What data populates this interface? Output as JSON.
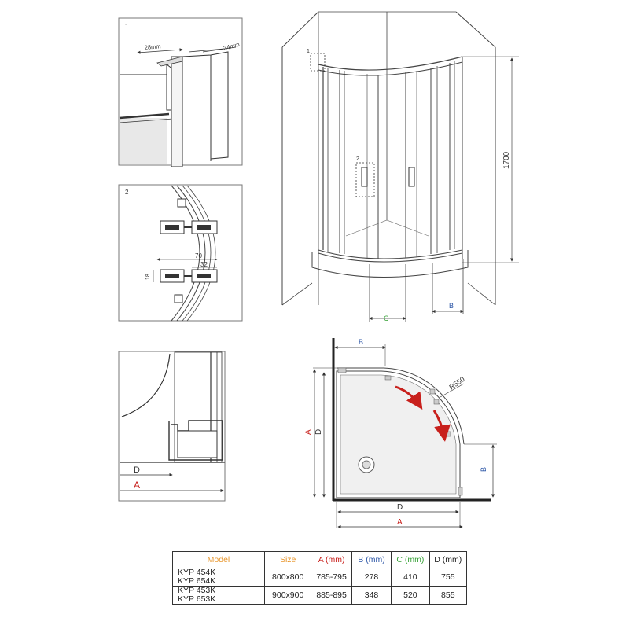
{
  "detail1": {
    "label": "1",
    "dim_a": "28mm",
    "dim_b": "34mm"
  },
  "detail2": {
    "label": "2",
    "dim_a": "70",
    "dim_b": "32",
    "dim_c": "18"
  },
  "detail3": {
    "dim_d": "D",
    "dim_a": "A"
  },
  "perspective": {
    "callout_1": "1",
    "callout_2": "2",
    "height": "1700",
    "dim_c": "C",
    "dim_b": "B"
  },
  "plan": {
    "dim_b_top": "B",
    "dim_b_right": "B",
    "radius": "R550",
    "dim_a_left": "A",
    "dim_d_left": "D",
    "dim_d_bottom": "D",
    "dim_a_bottom": "A"
  },
  "colors": {
    "orange": "#e8952a",
    "red": "#c8201c",
    "blue": "#2b55a6",
    "green": "#3aa33a"
  },
  "table": {
    "headers": {
      "model": "Model",
      "size": "Size",
      "a": "A (mm)",
      "b": "B (mm)",
      "c": "C (mm)",
      "d": "D (mm)"
    },
    "rows": [
      {
        "model_1": "KYP 454K",
        "model_2": "KYP 654K",
        "size": "800x800",
        "a": "785-795",
        "b": "278",
        "c": "410",
        "d": "755"
      },
      {
        "model_1": "KYP 453K",
        "model_2": "KYP 653K",
        "size": "900x900",
        "a": "885-895",
        "b": "348",
        "c": "520",
        "d": "855"
      }
    ]
  }
}
